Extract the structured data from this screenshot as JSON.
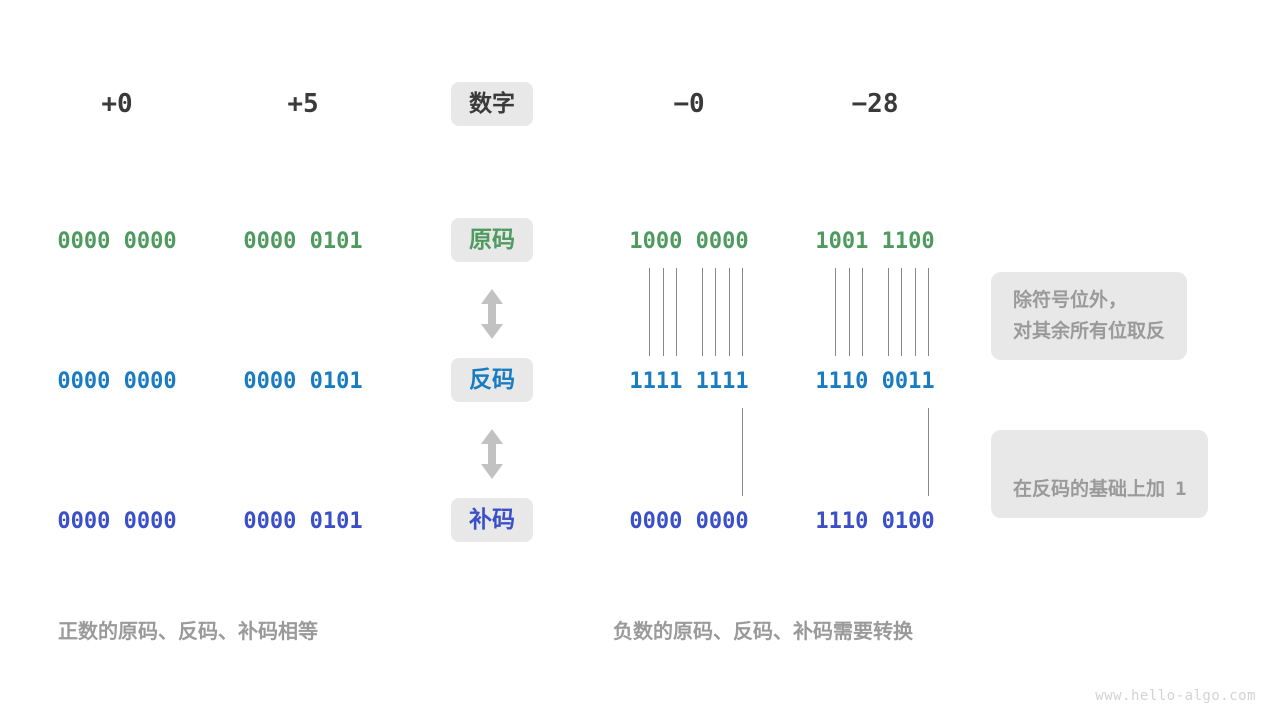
{
  "page": {
    "background": "#ffffff",
    "watermark": "www.hello-algo.com"
  },
  "colors": {
    "sign_magnitude": "#4e9a5f",
    "ones_complement": "#1a7cc0",
    "twos_complement": "#3b50c8",
    "badge_bg": "#e8e8e8",
    "note_text": "#9a9a9a",
    "header_text": "#3a3a3a",
    "connector_line": "#888888"
  },
  "header": {
    "label": "数字",
    "columns": [
      "+0",
      "+5",
      "−0",
      "−28"
    ]
  },
  "rows": [
    {
      "label": "原码",
      "label_color": "#4e9a5f",
      "values": [
        "0000 0000",
        "0000 0101",
        "1000 0000",
        "1001 1100"
      ]
    },
    {
      "label": "反码",
      "label_color": "#1a7cc0",
      "values": [
        "0000 0000",
        "0000 0101",
        "1111 1111",
        "1110 0011"
      ]
    },
    {
      "label": "补码",
      "label_color": "#3b50c8",
      "values": [
        "0000 0000",
        "0000 0101",
        "0000 0000",
        "1110 0100"
      ]
    }
  ],
  "arrows": {
    "glyph": "up-down-arrow",
    "count": 2
  },
  "notes": [
    {
      "text": "除符号位外，\n对其余所有位取反"
    },
    {
      "text_before": "在反码的基础上加",
      "mono_value": "1"
    }
  ],
  "captions": {
    "left": "正数的原码、反码、补码相等",
    "right": "负数的原码、反码、补码需要转换"
  }
}
